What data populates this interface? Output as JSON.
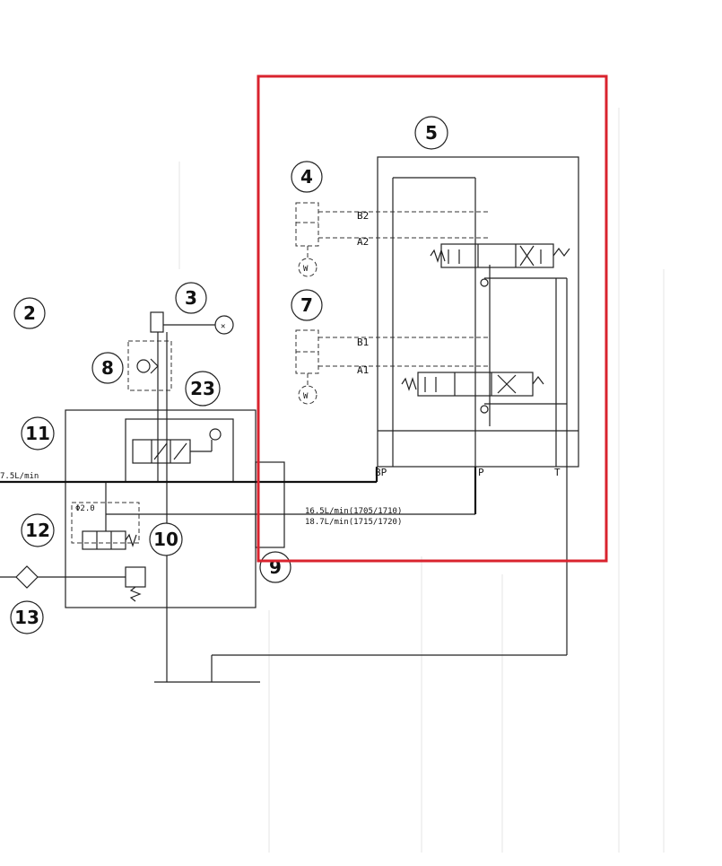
{
  "callouts": {
    "n2": "2",
    "n3": "3",
    "n4": "4",
    "n5": "5",
    "n7": "7",
    "n8": "8",
    "n9": "9",
    "n10": "10",
    "n11": "11",
    "n12": "12",
    "n13": "13",
    "n23": "23"
  },
  "ports": {
    "b2": "B2",
    "a2": "A2",
    "b1": "B1",
    "a1": "A1",
    "bp": "BP",
    "p": "P",
    "t": "T"
  },
  "flows": {
    "left": "7.5L/min",
    "flow1": "16.5L/min(1705/1710)",
    "flow2": "18.7L/min(1715/1720)",
    "orifice": "Φ2.0"
  },
  "highlight": {
    "color": "#d9232e"
  }
}
